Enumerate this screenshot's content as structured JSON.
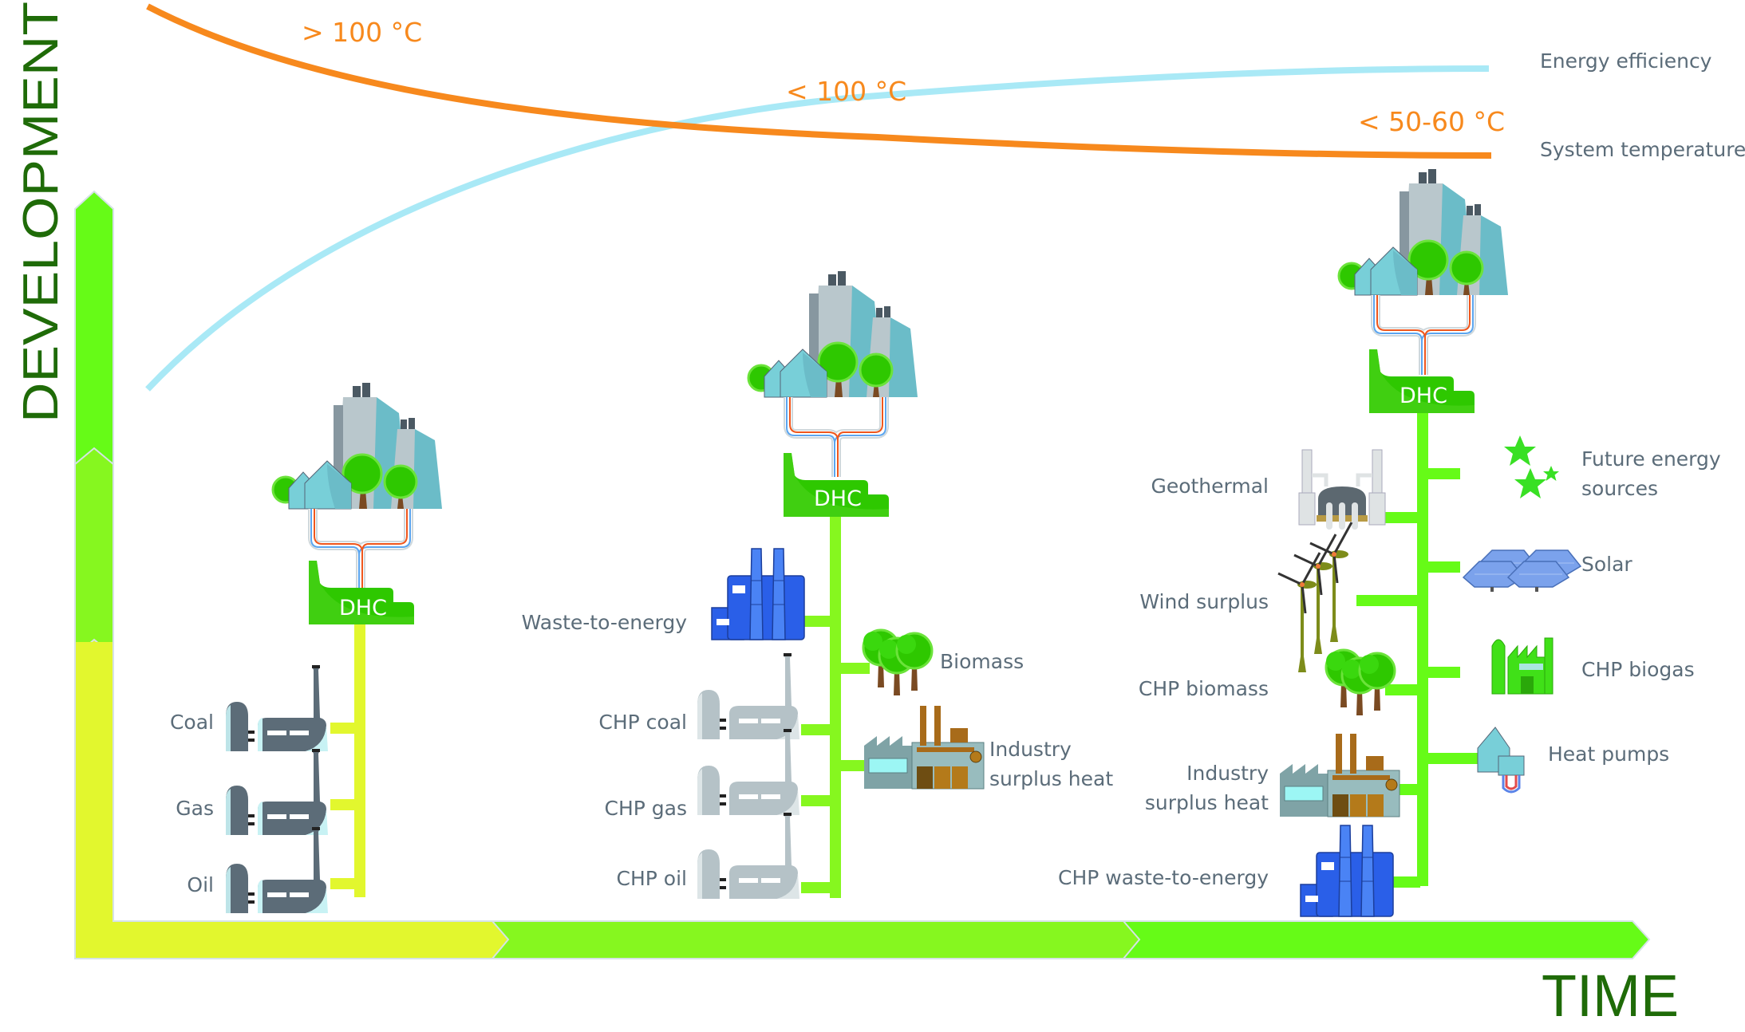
{
  "axes": {
    "y_label": "DEVELOPMENT",
    "x_label": "TIME"
  },
  "colors": {
    "axis_text": "#1f6b08",
    "stage1": "#e2f72e",
    "stage2": "#86f71f",
    "stage3": "#66fb17",
    "temperature_line": "#f7891d",
    "efficiency_line": "#a9e9f6",
    "dhc_green": "#2ec800",
    "label_text": "#5b6c79"
  },
  "curves": {
    "efficiency": {
      "legend": "Energy efficiency",
      "trend": "increasing"
    },
    "temperature": {
      "legend": "System temperature",
      "trend": "decreasing"
    }
  },
  "temperatures": [
    "> 100 °C",
    "< 100 °C",
    "< 50-60 °C"
  ],
  "dhc_label": "DHC",
  "stages": [
    {
      "name": "stage-1",
      "left_sources": [
        {
          "label": "Coal",
          "icon": "fossil-plant-icon"
        },
        {
          "label": "Gas",
          "icon": "fossil-plant-icon"
        },
        {
          "label": "Oil",
          "icon": "fossil-plant-icon"
        }
      ],
      "right_sources": []
    },
    {
      "name": "stage-2",
      "left_sources": [
        {
          "label": "Waste-to-energy",
          "icon": "waste-plant-icon"
        },
        {
          "label": "CHP coal",
          "icon": "chp-plant-icon"
        },
        {
          "label": "CHP gas",
          "icon": "chp-plant-icon"
        },
        {
          "label": "CHP oil",
          "icon": "chp-plant-icon"
        }
      ],
      "right_sources": [
        {
          "label": "Biomass",
          "icon": "trees-icon"
        },
        {
          "label": "Industry surplus heat",
          "lines": [
            "Industry",
            "surplus heat"
          ],
          "icon": "factory-icon"
        }
      ]
    },
    {
      "name": "stage-3",
      "left_sources": [
        {
          "label": "Geothermal",
          "icon": "geothermal-icon"
        },
        {
          "label": "Wind surplus",
          "icon": "wind-turbine-icon"
        },
        {
          "label": "CHP biomass",
          "icon": "trees-icon"
        },
        {
          "label": "Industry surplus heat",
          "lines": [
            "Industry",
            "surplus heat"
          ],
          "icon": "factory-icon"
        },
        {
          "label": "CHP waste-to-energy",
          "icon": "waste-plant-icon"
        }
      ],
      "right_sources": [
        {
          "label": "Future energy sources",
          "lines": [
            "Future energy",
            "sources"
          ],
          "icon": "stars-icon"
        },
        {
          "label": "Solar",
          "icon": "solar-panel-icon"
        },
        {
          "label": "CHP biogas",
          "icon": "biogas-plant-icon"
        },
        {
          "label": "Heat pumps",
          "icon": "heat-pump-icon"
        }
      ]
    }
  ]
}
